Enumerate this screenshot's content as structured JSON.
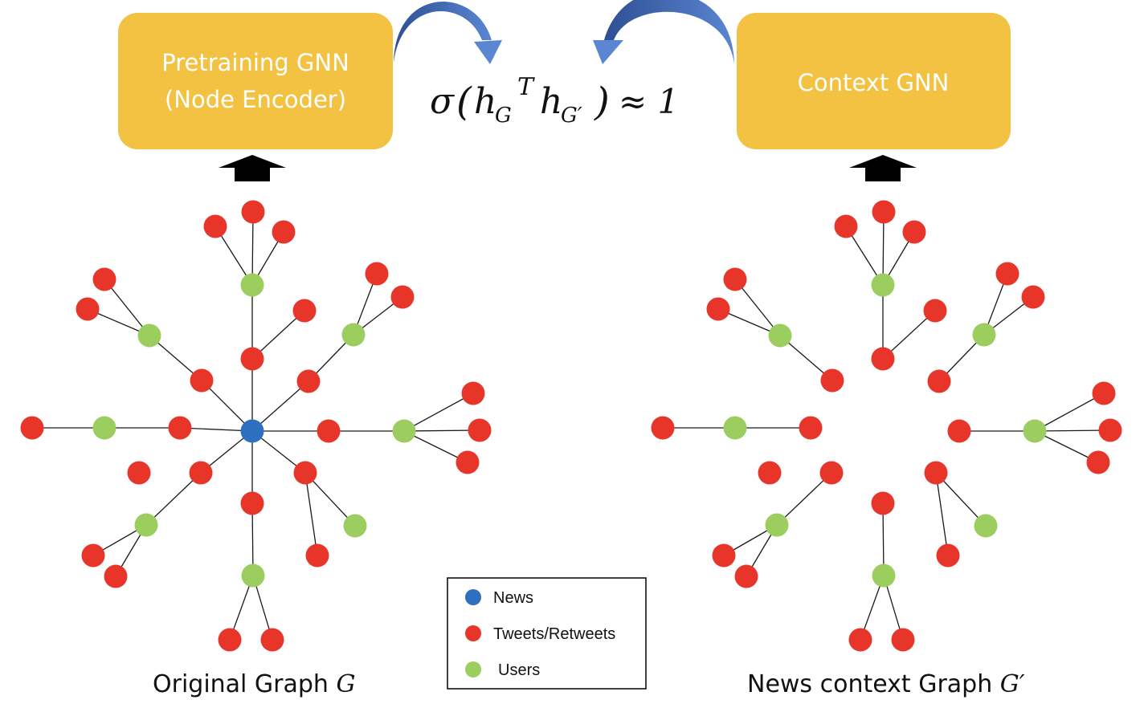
{
  "boxes": {
    "pretraining": {
      "line1": "Pretraining GNN",
      "line2": "(Node Encoder)"
    },
    "context": {
      "label": "Context GNN"
    }
  },
  "formula": {
    "sigma": "σ",
    "open": "(",
    "h1": "h",
    "sub1": "G",
    "sup": "T",
    "h2": "h",
    "sub2": "G′",
    "close": ")",
    "approx": "≈ 1"
  },
  "captions": {
    "left": {
      "text": "Original Graph ",
      "symbol": "G"
    },
    "right": {
      "text": "News context Graph ",
      "symbol": "G′"
    }
  },
  "legend": [
    {
      "label": "News",
      "color": "#2f6fbf"
    },
    {
      "label": "Tweets/Retweets",
      "color": "#e8352a"
    },
    {
      "label": "Users",
      "color": "#9ccd5f"
    }
  ],
  "colors": {
    "box_fill": "#f3c242",
    "arrow_blue": "#4a72bf",
    "news": "#2f6fbf",
    "tweet": "#e8352a",
    "user": "#9ccd5f",
    "edge": "#1a1a1a"
  }
}
